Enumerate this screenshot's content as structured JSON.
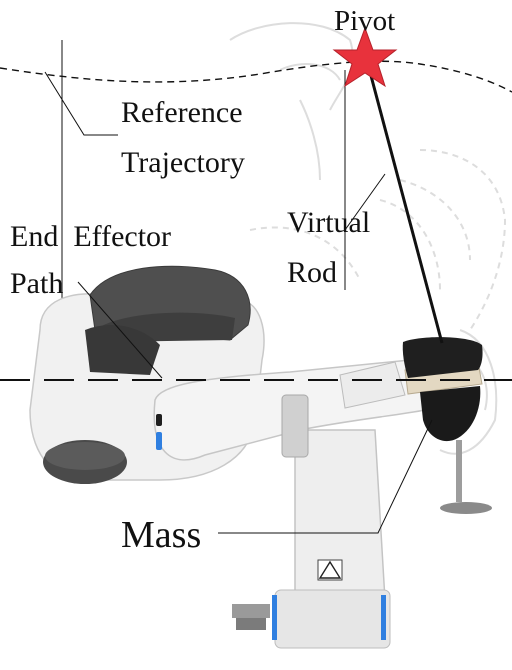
{
  "labels": {
    "pivot": "Pivot",
    "reference_line1": "Reference",
    "reference_line2": "Trajectory",
    "end_effector_line1": "End  Effector",
    "end_effector_line2": "Path",
    "virtual_line1": "Virtual",
    "virtual_line2": "Rod",
    "mass": "Mass"
  },
  "colors": {
    "pivot_star": "#e8323c",
    "robot_white": "#f1f1f1",
    "robot_gray": "#5a5a5a",
    "robot_dark": "#3a3a3a",
    "accent_blue": "#2f7fe0",
    "glass_dark": "#1e1e1e",
    "tan_strap": "#e3d8c2",
    "line": "#111111",
    "ghost": "#d8d8d8"
  }
}
